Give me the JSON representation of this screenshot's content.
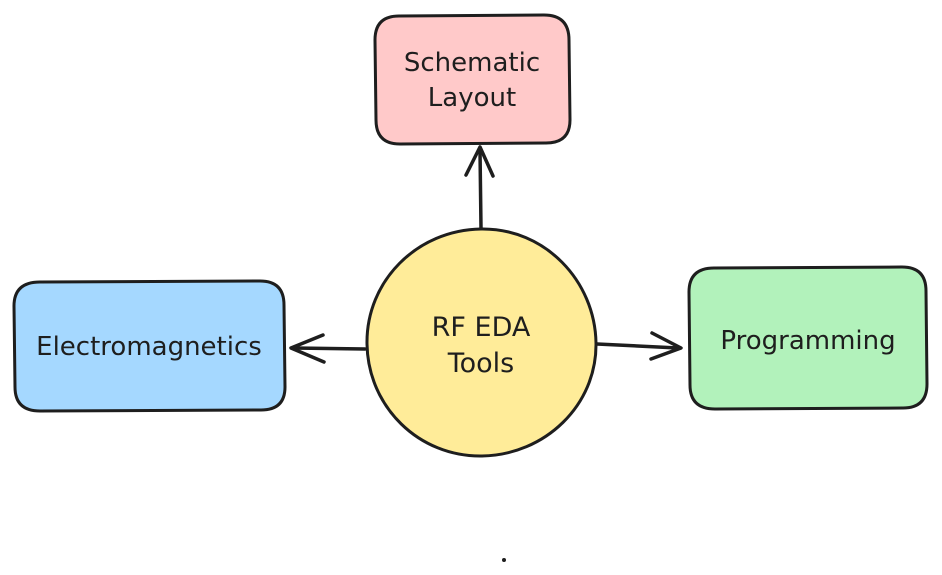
{
  "diagram": {
    "center": {
      "line1": "RF EDA",
      "line2": "Tools",
      "fill": "#ffec99"
    },
    "nodes": {
      "top": {
        "line1": "Schematic",
        "line2": "Layout",
        "fill": "#ffc9c9"
      },
      "left": {
        "label": "Electromagnetics",
        "fill": "#a5d8ff"
      },
      "right": {
        "label": "Programming",
        "fill": "#b2f2bb"
      }
    },
    "stroke_color": "#1e1e1e"
  }
}
